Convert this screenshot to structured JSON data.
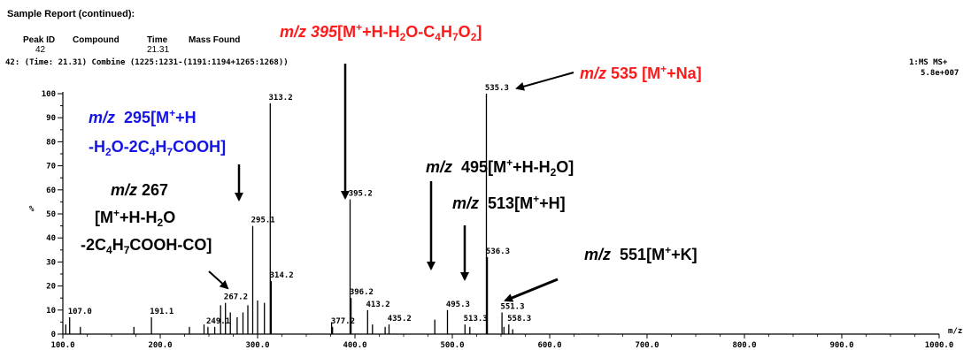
{
  "header": {
    "title": "Sample Report (continued):",
    "col_peak_id": "Peak ID",
    "col_compound": "Compound",
    "col_time": "Time",
    "col_mass_found": "Mass Found",
    "peak_id_value": "42",
    "time_value": "21.31",
    "scan_line": "42: (Time: 21.31) Combine (1225:1231-(1191:1194+1265:1268))",
    "mode": "1:MS MS+",
    "intensity": "5.8e+007",
    "y_symbol": "%",
    "x_unit": "m/z"
  },
  "annotations": {
    "a395": {
      "mz": "m/z",
      "num": "395",
      "pre": "[M",
      "sup": "+",
      "mid": "+H-H",
      "s1": "2",
      "t1": "O-C",
      "s2": "4",
      "t2": "H",
      "s3": "7",
      "t3": "O",
      "s4": "2",
      "end": "]"
    },
    "a535": {
      "mz": "m/z",
      "num": "535",
      "pre": "[M",
      "sup": "+",
      "end": "+Na]"
    },
    "a295": {
      "mz": "m/z",
      "num": "295",
      "l1a": "[M",
      "sup": "+",
      "l1b": "+H",
      "l2a": "-H",
      "s1": "2",
      "l2b": "O-2C",
      "s2": "4",
      "l2c": "H",
      "s3": "7",
      "l2d": "COOH]"
    },
    "a267": {
      "mz": "m/z",
      "num": "267",
      "l2a": "[M",
      "sup": "+",
      "l2b": "+H-H",
      "s1": "2",
      "l2c": "O",
      "l3a": "-2C",
      "s2": "4",
      "l3b": "H",
      "s3": "7",
      "l3c": "COOH-CO]"
    },
    "a495": {
      "mz": "m/z",
      "num": "495",
      "pre": "[M",
      "sup": "+",
      "mid": "+H-H",
      "s1": "2",
      "end": "O]"
    },
    "a513": {
      "mz": "m/z",
      "num": "513",
      "pre": "[M",
      "sup": "+",
      "end": "+H]"
    },
    "a551": {
      "mz": "m/z",
      "num": "551",
      "pre": "[M",
      "sup": "+",
      "end": "+K]"
    }
  },
  "colors": {
    "red": "#ff1a1a",
    "blue": "#1414e6",
    "black": "#000000"
  },
  "chart_data": {
    "type": "bar",
    "xlim": [
      100,
      1000
    ],
    "ylim": [
      0,
      100
    ],
    "x_ticks": [
      "100.0",
      "200.0",
      "300.0",
      "400.0",
      "500.0",
      "600.0",
      "700.0",
      "800.0",
      "900.0",
      "1000.0"
    ],
    "y_ticks": [
      "0",
      "10",
      "20",
      "30",
      "40",
      "50",
      "60",
      "70",
      "80",
      "90",
      "100"
    ],
    "peaks": [
      {
        "x": 103,
        "y": 4
      },
      {
        "x": 107,
        "y": 7
      },
      {
        "x": 118,
        "y": 3
      },
      {
        "x": 173,
        "y": 3
      },
      {
        "x": 191,
        "y": 7
      },
      {
        "x": 230,
        "y": 3
      },
      {
        "x": 245,
        "y": 4
      },
      {
        "x": 249,
        "y": 3
      },
      {
        "x": 256,
        "y": 3
      },
      {
        "x": 262,
        "y": 12
      },
      {
        "x": 267,
        "y": 13
      },
      {
        "x": 272,
        "y": 9
      },
      {
        "x": 279,
        "y": 7
      },
      {
        "x": 285,
        "y": 9
      },
      {
        "x": 290,
        "y": 12
      },
      {
        "x": 295,
        "y": 45
      },
      {
        "x": 300,
        "y": 14
      },
      {
        "x": 307,
        "y": 13
      },
      {
        "x": 313,
        "y": 96
      },
      {
        "x": 314,
        "y": 22
      },
      {
        "x": 376,
        "y": 5
      },
      {
        "x": 377,
        "y": 3
      },
      {
        "x": 395,
        "y": 56
      },
      {
        "x": 396,
        "y": 15
      },
      {
        "x": 413,
        "y": 10
      },
      {
        "x": 418,
        "y": 4
      },
      {
        "x": 431,
        "y": 3
      },
      {
        "x": 435,
        "y": 4
      },
      {
        "x": 482,
        "y": 6
      },
      {
        "x": 495,
        "y": 10
      },
      {
        "x": 513,
        "y": 4
      },
      {
        "x": 518,
        "y": 3
      },
      {
        "x": 535,
        "y": 100
      },
      {
        "x": 536,
        "y": 32
      },
      {
        "x": 551,
        "y": 9
      },
      {
        "x": 553,
        "y": 3
      },
      {
        "x": 558,
        "y": 4
      },
      {
        "x": 562,
        "y": 2
      }
    ],
    "peak_labels": [
      {
        "x": 107.0,
        "y": 7,
        "text": "107.0"
      },
      {
        "x": 191.1,
        "y": 7,
        "text": "191.1"
      },
      {
        "x": 249.1,
        "y": 3,
        "text": "249.1"
      },
      {
        "x": 267.2,
        "y": 13,
        "text": "267.2"
      },
      {
        "x": 295.1,
        "y": 45,
        "text": "295.1"
      },
      {
        "x": 313.2,
        "y": 96,
        "text": "313.2"
      },
      {
        "x": 314.2,
        "y": 22,
        "text": "314.2"
      },
      {
        "x": 377.2,
        "y": 3,
        "text": "377.2"
      },
      {
        "x": 395.2,
        "y": 56,
        "text": "395.2"
      },
      {
        "x": 396.2,
        "y": 15,
        "text": "396.2"
      },
      {
        "x": 413.2,
        "y": 10,
        "text": "413.2"
      },
      {
        "x": 435.2,
        "y": 4,
        "text": "435.2"
      },
      {
        "x": 495.3,
        "y": 10,
        "text": "495.3"
      },
      {
        "x": 513.3,
        "y": 4,
        "text": "513.3"
      },
      {
        "x": 535.3,
        "y": 100,
        "text": "535.3"
      },
      {
        "x": 536.3,
        "y": 32,
        "text": "536.3"
      },
      {
        "x": 551.3,
        "y": 9,
        "text": "551.3"
      },
      {
        "x": 558.3,
        "y": 4,
        "text": "558.3"
      }
    ]
  }
}
